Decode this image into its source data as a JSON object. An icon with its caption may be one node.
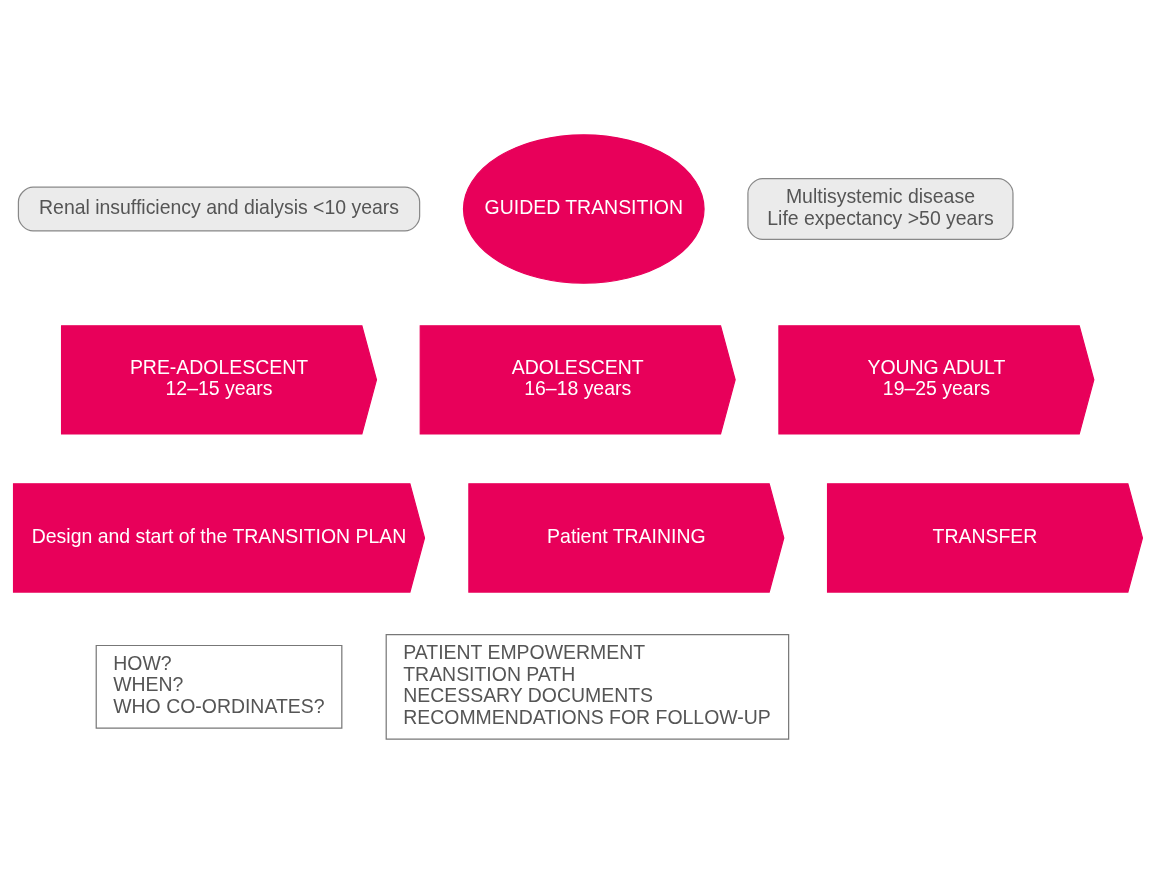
{
  "diagram": {
    "nodes": [
      {
        "text": [
          "Renal insufficiency and dialysis <10 years"
        ]
      },
      {
        "text": [
          "GUIDED TRANSITION"
        ]
      },
      {
        "text": [
          "Multisystemic disease",
          "Life expectancy >50 years"
        ]
      },
      {
        "text": [
          "PRE-ADOLESCENT",
          "12–15 years"
        ]
      },
      {
        "text": [
          "ADOLESCENT",
          "16–18 years"
        ]
      },
      {
        "text": [
          "YOUNG ADULT",
          "19–25 years"
        ]
      },
      {
        "text": [
          "Design and start of the TRANSITION PLAN"
        ]
      },
      {
        "text": [
          "Patient TRAINING"
        ]
      },
      {
        "text": [
          "TRANSFER"
        ]
      },
      {
        "text": [
          "HOW?",
          "WHEN?",
          "WHO CO-ORDINATES?"
        ]
      },
      {
        "text": [
          "PATIENT EMPOWERMENT",
          "TRANSITION PATH",
          "NECESSARY DOCUMENTS",
          "RECOMMENDATIONS FOR FOLLOW-UP"
        ]
      }
    ],
    "edges": []
  }
}
